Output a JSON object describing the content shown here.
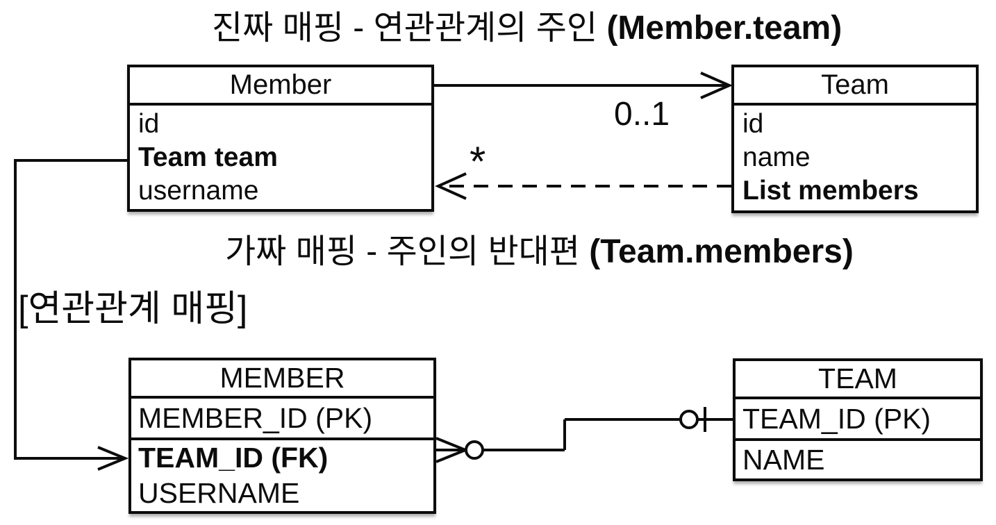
{
  "titles": {
    "top_plain": "진짜 매핑 - 연관관계의 주인 ",
    "top_code": "(Member.team)",
    "middle_plain": "가짜 매핑 - 주인의 반대편 ",
    "middle_code": "(Team.members)",
    "side_label": "[연관관계 매핑]"
  },
  "object_diagram": {
    "member_class": {
      "title": "Member",
      "fields": [
        {
          "text": "id",
          "bold": false
        },
        {
          "text": "Team team",
          "bold": true
        },
        {
          "text": "username",
          "bold": false
        }
      ]
    },
    "team_class": {
      "title": "Team",
      "fields": [
        {
          "text": "id",
          "bold": false
        },
        {
          "text": "name",
          "bold": false
        },
        {
          "text": "List members",
          "bold": true
        }
      ]
    },
    "multiplicity_to_team": "0..1",
    "multiplicity_to_member": "*"
  },
  "table_diagram": {
    "member_table": {
      "title": "MEMBER",
      "rows": [
        {
          "text": "MEMBER_ID (PK)",
          "bold": false
        },
        {
          "text": "TEAM_ID (FK)",
          "bold": true
        },
        {
          "text": "USERNAME",
          "bold": false
        }
      ]
    },
    "team_table": {
      "title": "TEAM",
      "rows": [
        {
          "text": "TEAM_ID (PK)",
          "bold": false
        },
        {
          "text": "NAME",
          "bold": false
        }
      ]
    }
  },
  "colors": {
    "line": "#0c0c0c",
    "background": "#ffffff"
  }
}
